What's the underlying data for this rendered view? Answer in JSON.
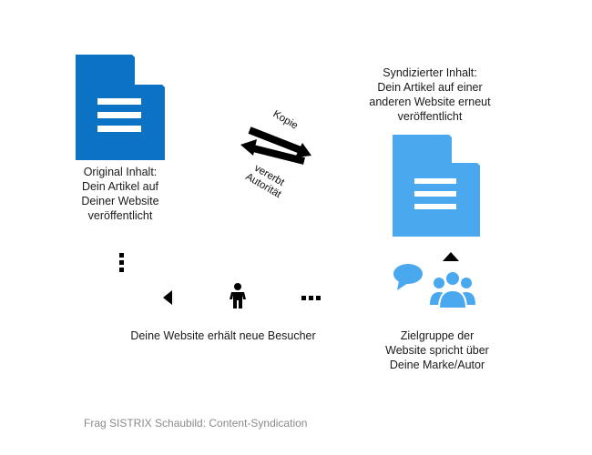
{
  "original": {
    "label": "Original Inhalt:\nDein Artikel auf\nDeiner Website\nveröffentlicht",
    "icon": "document-icon",
    "color": "#0b72c4"
  },
  "syndicated": {
    "label": "Syndizierter Inhalt:\nDein Artikel auf einer\nanderen Website erneut\nveröffentlicht",
    "icon": "document-icon",
    "color": "#4aa8ee"
  },
  "arrows": {
    "copy_label": "Kopie",
    "authority_label": "vererbt\nAutorität"
  },
  "visitors": {
    "label": "Deine Website erhält neue Besucher",
    "icon": "person-icon"
  },
  "audience": {
    "label": "Zielgruppe der\nWebsite spricht über\nDeine Marke/Autor",
    "icon": "audience-group-icon",
    "color": "#4aa8ee"
  },
  "caption": "Frag SISTRIX Schaubild: Content-Syndication"
}
